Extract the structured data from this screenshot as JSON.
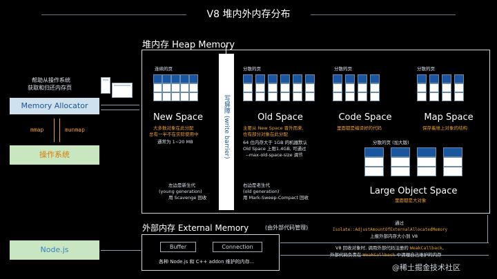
{
  "title": "V8 堆内外内存分布",
  "left": {
    "help_text_1": "帮助从操作系统",
    "help_text_2": "获取和归还内存页",
    "memory_allocator": "Memory Allocator",
    "mmap": "mmap",
    "munmap": "munmap",
    "os": "操作系统",
    "nodejs": "Node.js"
  },
  "heap": {
    "title": "堆内存 Heap Memory",
    "write_barrier": "写屏障 (write barrier)",
    "new_space": {
      "pages_label": "连续的页",
      "name": "New Space",
      "desc1": "大多数对象在此分配",
      "desc2": "总有一半不在实际使用中",
      "desc3": "通常为 1~20 MB"
    },
    "old_space": {
      "pages_label": "分散的页",
      "name": "Old Space",
      "desc1": "主要从 New Space 晋升而来,",
      "desc2": "也有部分对象在此分配",
      "desc3": "64 位内存大于 1GB 的机器默认",
      "desc4": "Old Space 上限1.4GB, 可通过",
      "desc5": "--max-old-space-size 调节"
    },
    "code_space": {
      "pages_label": "分散的页",
      "name": "Code Space",
      "desc": "里面都是编译好的代码"
    },
    "map_space": {
      "pages_label": "分散的页",
      "name": "Map Space",
      "desc": "保存着堆上对象的结构"
    },
    "large_object_space": {
      "pages_label": "分散的页 (加大版)",
      "name": "Large Object Space",
      "desc": "里面都是大对象"
    },
    "gc_left_1": "左边是新生代",
    "gc_left_2": "(young generation)",
    "gc_left_3": "用 Scavenge 回收",
    "gc_right_1": "右边是老生代",
    "gc_right_2": "(old generation)",
    "gc_right_3": "用 Mark-Sweep-Compact 回收"
  },
  "external": {
    "title": "外部内存 External Memory",
    "subtitle": "(由外部代码管理)",
    "buffer": "Buffer",
    "connection": "Connection",
    "desc": "各种 Node.js 和 C++ addon 维护的内存..."
  },
  "notes": {
    "via": "通过",
    "api": "Isolate::AdjustAmountOfExternalAllocatedMemory",
    "report": "上报外部内存大小到 V8",
    "callback_1a": "V8 回收对象时, 调用外部代码注册的 ",
    "callback_1b": "WeakCallback",
    "callback_1c": ",",
    "callback_2a": "外部代码负责在 ",
    "callback_2b": "WeakCallback",
    "callback_2c": " 中清理自己维护的内存"
  },
  "watermark": "@稀土掘金技术社区",
  "colors": {
    "accent_orange": "#f0a020",
    "accent_blue": "#1a56a0",
    "page_white": "#ffffff"
  }
}
